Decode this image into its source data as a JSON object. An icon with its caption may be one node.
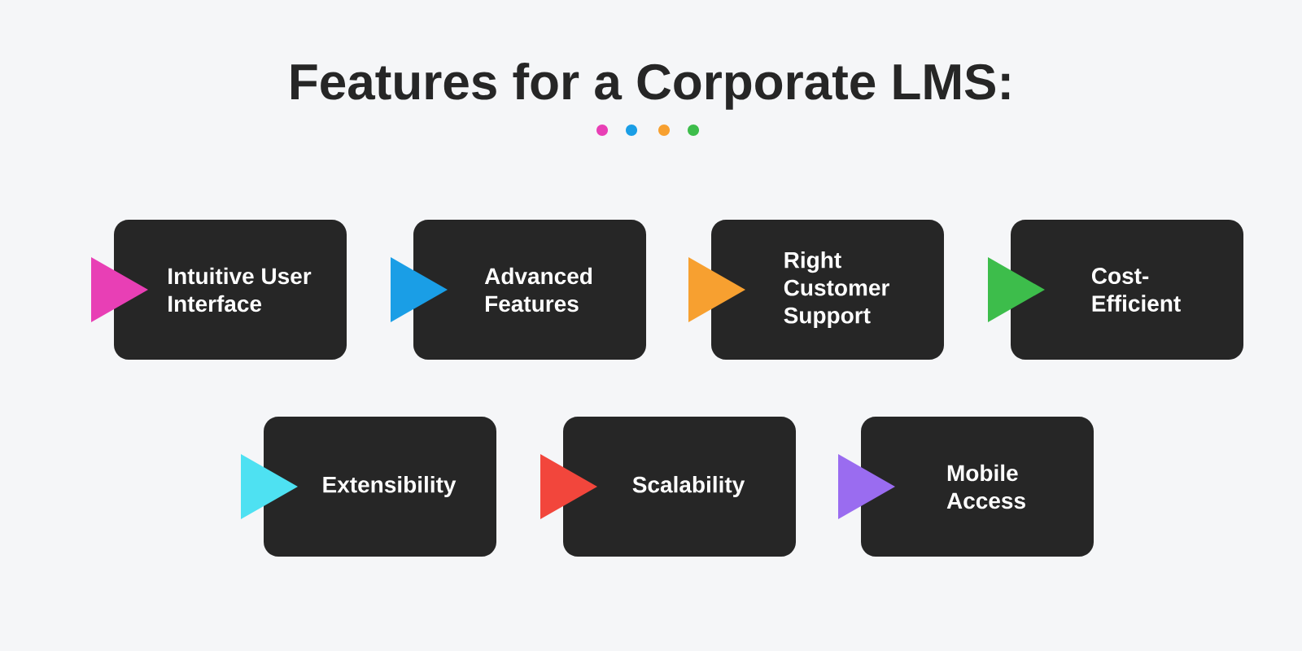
{
  "diagram": {
    "title": "Features for a Corporate LMS:",
    "nodes": [
      {
        "text": [
          "Intuitive User Interface"
        ]
      },
      {
        "text": [
          "Advanced Features"
        ]
      },
      {
        "text": [
          "Right Customer Support"
        ]
      },
      {
        "text": [
          "Cost-Efficient"
        ]
      },
      {
        "text": [
          "Extensibility"
        ]
      },
      {
        "text": [
          "Scalability"
        ]
      },
      {
        "text": [
          "Mobile Access"
        ]
      }
    ]
  }
}
